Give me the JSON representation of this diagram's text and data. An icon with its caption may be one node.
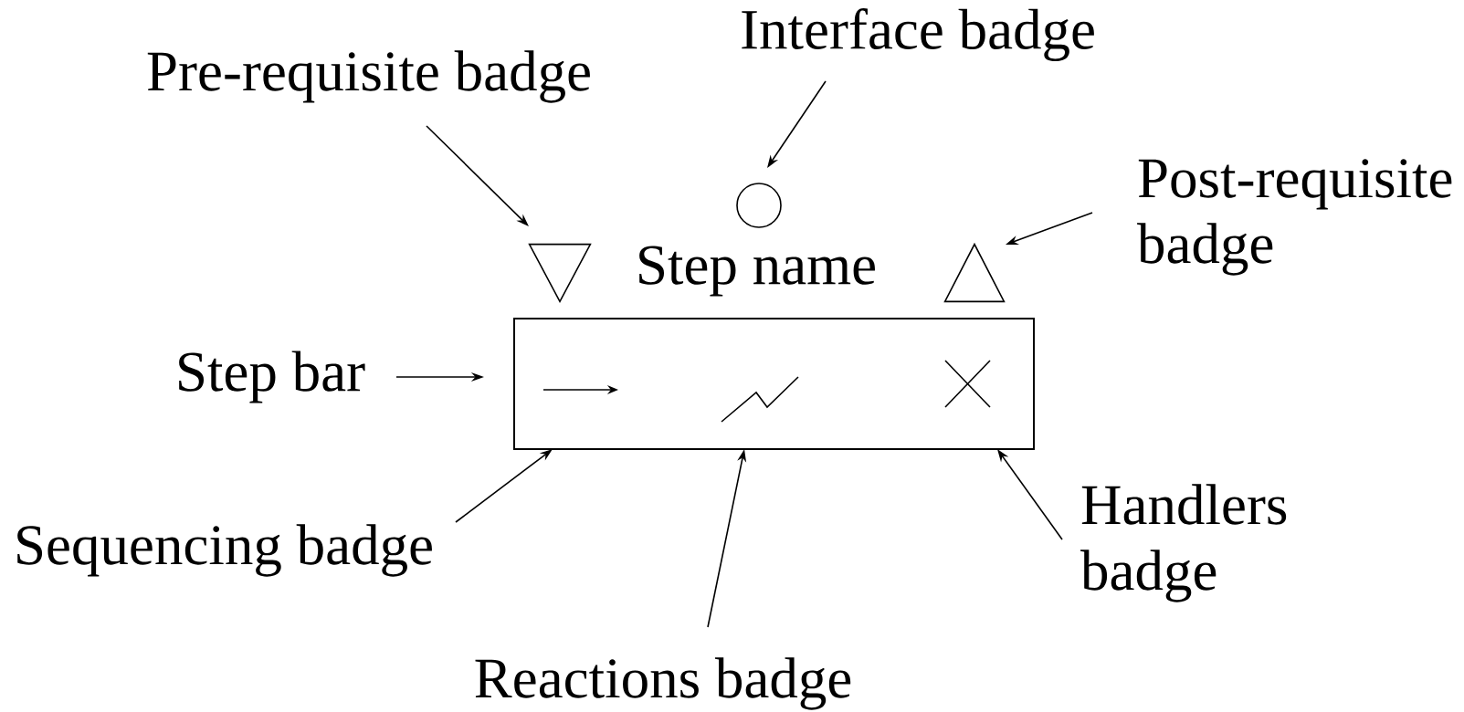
{
  "diagram": {
    "nodes": [
      {
        "text": [
          "Pre-requisite badge"
        ]
      },
      {
        "text": [
          "Interface badge"
        ]
      },
      {
        "text": [],
        "shape": "circle"
      },
      {
        "text": [
          "Post-requisite badge"
        ]
      },
      {
        "text": [],
        "shape": "triangle"
      },
      {
        "text": [],
        "shape": "triangle"
      },
      {
        "text": [
          "Step bar"
        ]
      },
      {
        "text": [],
        "shape": "bar",
        "beside": [
          "Step name"
        ]
      },
      {
        "text": [
          "Sequencing badge"
        ]
      },
      {
        "text": [
          "Handlers badge"
        ]
      },
      {
        "text": [
          "Reactions badge"
        ]
      }
    ],
    "edges": [
      {
        "from": 0,
        "to": 4,
        "arrow": "to"
      },
      {
        "from": 1,
        "to": 2,
        "arrow": "to"
      },
      {
        "from": 3,
        "to": 5,
        "arrow": "to"
      },
      {
        "from": 6,
        "to": 7,
        "arrow": "to"
      },
      {
        "from": 8,
        "to": 7,
        "arrow": "to"
      },
      {
        "from": 10,
        "to": 7,
        "arrow": "to"
      },
      {
        "from": 9,
        "to": 7,
        "arrow": "to"
      }
    ]
  }
}
